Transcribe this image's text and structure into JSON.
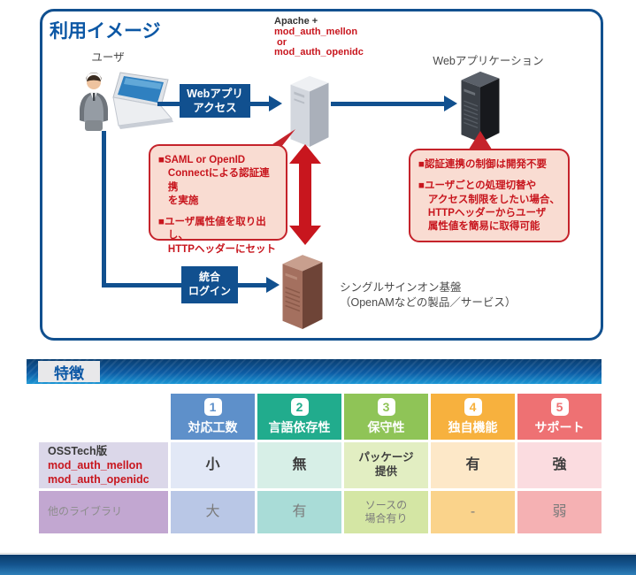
{
  "diagram": {
    "title": "利用イメージ",
    "user_label": "ユーザ",
    "access_arrow_label": "Webアプリ\nアクセス",
    "apache_title": "Apache +",
    "apache_mod1": "mod_auth_mellon",
    "apache_or": "or",
    "apache_mod2": "mod_auth_openidc",
    "webapp_label": "Webアプリケーション",
    "callout_left": {
      "item1": "■SAML or OpenID\nConnectによる認証連携\nを実施",
      "item2": "■ユーザ属性値を取り出し、\nHTTPヘッダーにセット"
    },
    "callout_right": {
      "item1": "■認証連携の制御は開発不要",
      "item2": "■ユーザごとの処理切替や\nアクセス制限をしたい場合、\nHTTPヘッダーからユーザ\n属性値を簡易に取得可能"
    },
    "login_arrow_label": "統合\nログイン",
    "sso_label_line1": "シングルサインオン基盤",
    "sso_label_line2": "（OpenAMなどの製品／サービス）",
    "colors": {
      "blue": "#11508f",
      "red": "#c8161e",
      "callout_fill": "#f9dcd2",
      "callout_border": "#c5232b"
    }
  },
  "features": {
    "section_title": "特徴",
    "columns": [
      {
        "num": "1",
        "label": "対応工数",
        "header_bg": "#5e90ca",
        "row1_bg": "#e2e8f6",
        "row2_bg": "#b9c7e6"
      },
      {
        "num": "2",
        "label": "言語依存性",
        "header_bg": "#21ac8d",
        "row1_bg": "#d7efe7",
        "row2_bg": "#a9dcd7"
      },
      {
        "num": "3",
        "label": "保守性",
        "header_bg": "#8fc457",
        "row1_bg": "#e2eec2",
        "row2_bg": "#d4e6a4"
      },
      {
        "num": "4",
        "label": "独自機能",
        "header_bg": "#f7b13e",
        "row1_bg": "#fde8c8",
        "row2_bg": "#fad38b"
      },
      {
        "num": "5",
        "label": "サポート",
        "header_bg": "#ee7173",
        "row1_bg": "#fbdce0",
        "row2_bg": "#f5b1b3"
      }
    ],
    "rows": {
      "oss": {
        "name_line1": "OSSTech版",
        "name_line2": "mod_auth_mellon",
        "name_line3": "mod_auth_openidc",
        "label_bg": "#dbd7e9",
        "values": [
          "小",
          "無",
          "パッケージ\n提供",
          "有",
          "強"
        ]
      },
      "other": {
        "name": "他のライブラリ",
        "label_bg": "#c2a7d1",
        "values": [
          "大",
          "有",
          "ソースの\n場合有り",
          "-",
          "弱"
        ]
      }
    }
  }
}
